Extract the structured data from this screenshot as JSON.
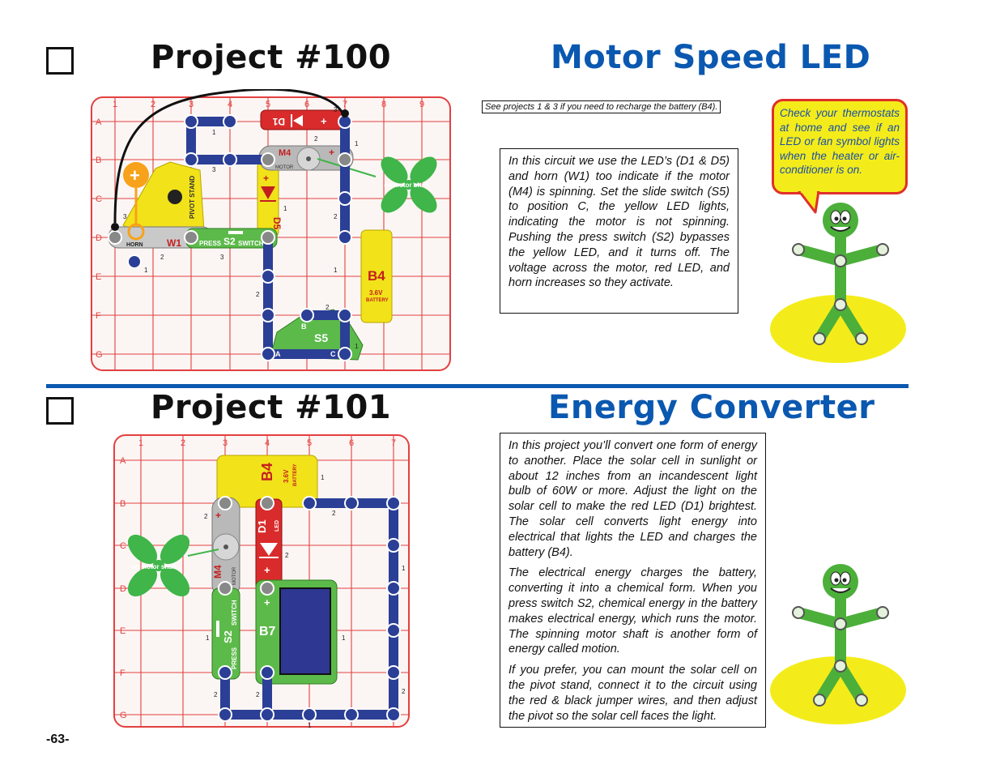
{
  "page_number": "-63-",
  "project100": {
    "title": "Project #100",
    "name": "Motor Speed LED",
    "recharge_note": "See projects 1 & 3 if you need to recharge the battery (B4).",
    "description": "In this circuit we use the LED’s (D1 & D5) and horn (W1) too indicate if the motor (M4) is spinning. Set the slide switch (S5) to position C, the yellow LED lights, indicating the motor is not spinning. Pushing the press switch (S2) bypasses the yellow LED, and it turns off. The voltage across the motor, red LED, and horn increases so they activate.",
    "bubble": "Check your thermostats at home and see if an LED or fan symbol lights when the heater or air-conditioner is on.",
    "board": {
      "cols": [
        "1",
        "2",
        "3",
        "4",
        "5",
        "6",
        "7",
        "8",
        "9"
      ],
      "rows": [
        "A",
        "B",
        "C",
        "D",
        "E",
        "F",
        "G"
      ],
      "labels": {
        "d1": "D1",
        "led": "LED",
        "m4": "M4",
        "motor": "MOTOR",
        "shaft": "on motor shaft",
        "pivot": "PIVOT STAND",
        "d5": "D5",
        "horn": "HORN",
        "w1": "W1",
        "press": "PRESS",
        "s2": "S2",
        "switch": "SWITCH",
        "b4": "B4",
        "volt": "3.6V",
        "battery": "BATTERY",
        "s5": "S5",
        "plus": "+",
        "a": "A",
        "b": "B",
        "c": "C"
      }
    }
  },
  "project101": {
    "title": "Project #101",
    "name": "Energy Converter",
    "paragraphs": [
      "In this project you’ll convert one form of energy to another. Place the solar cell in sunlight or about 12 inches from an incandescent light bulb of 60W or more. Adjust the light on the solar cell to make the red LED (D1) brightest. The solar cell converts light energy into electrical that lights the LED and charges the battery (B4).",
      "The electrical energy charges the battery, converting it into a chemical form. When you press switch S2, chemical energy in the battery makes electrical energy, which runs the motor. The spinning motor shaft is another form of energy called motion.",
      "If you prefer, you can mount the solar cell on the pivot stand, connect it to the circuit using the red & black jumper wires, and then adjust the pivot so the solar cell faces the light."
    ],
    "board": {
      "cols": [
        "1",
        "2",
        "3",
        "4",
        "5",
        "6",
        "7"
      ],
      "rows": [
        "A",
        "B",
        "C",
        "D",
        "E",
        "F",
        "G"
      ],
      "labels": {
        "b4": "B4",
        "volt": "3.6V",
        "battery": "BATTERY",
        "m4": "M4",
        "motor": "MOTOR",
        "d1": "D1",
        "led": "LED",
        "b7": "B7",
        "s2": "S2",
        "press": "PRESS",
        "switch": "SWITCH",
        "shaft": "on motor shaft",
        "plus": "+",
        "minus": "-"
      }
    }
  },
  "colors": {
    "title_blue": "#0a58b0",
    "grid_red": "#e34040",
    "snap_blue": "#2b3f96",
    "bubble_yellow": "#f4ec1a",
    "bubble_border": "#e0302a",
    "mascot_green": "#4caf3a"
  }
}
